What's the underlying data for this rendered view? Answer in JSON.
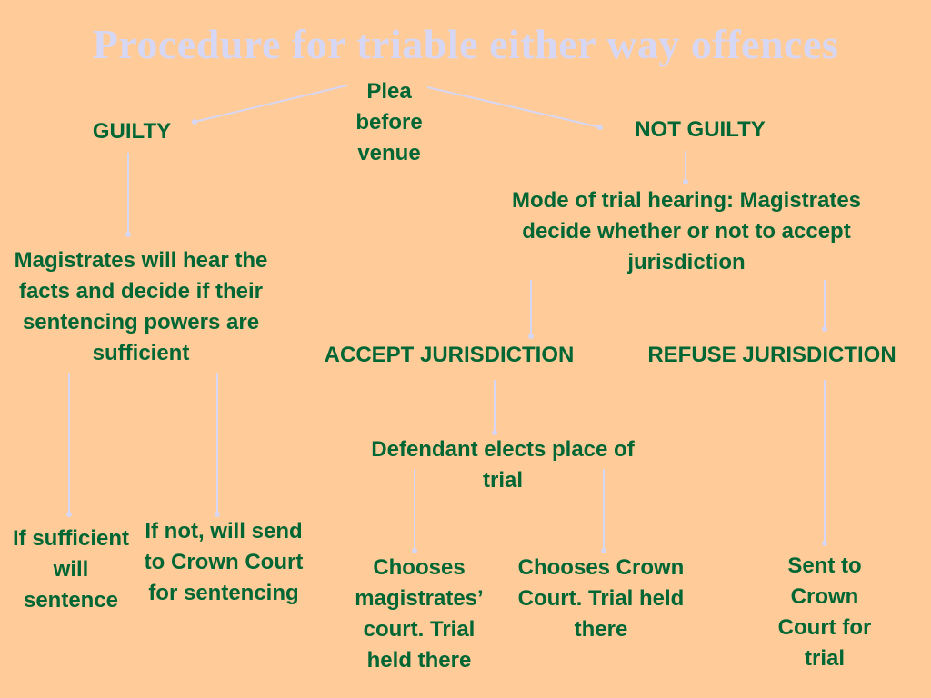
{
  "title": "Procedure for triable either way offences",
  "colors": {
    "background": "#FFCC99",
    "text": "#006633",
    "connector": "#D6D6F5",
    "title": "#D6D6F5"
  },
  "nodes": {
    "plea": "Plea before venue",
    "guilty": "GUILTY",
    "not_guilty": "NOT GUILTY",
    "mode_of_trial": "Mode of trial hearing: Magistrates decide whether or not to accept jurisdiction",
    "magistrates_hear": "Magistrates will hear the facts and decide if their sentencing powers are sufficient",
    "accept": "ACCEPT JURISDICTION",
    "refuse": "REFUSE JURISDICTION",
    "defendant_elects": "Defendant elects place of trial",
    "if_sufficient": "If sufficient will sentence",
    "if_not": "If not, will send to Crown Court for sentencing",
    "chooses_magistrates": "Chooses magistrates’ court. Trial held there",
    "chooses_crown": "Chooses Crown Court. Trial held there",
    "sent_to_crown": "Sent to Crown Court for trial"
  }
}
